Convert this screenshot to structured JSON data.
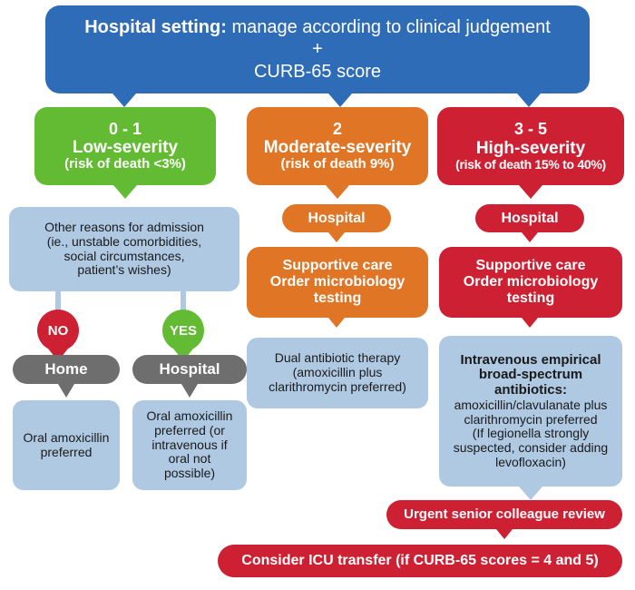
{
  "header": {
    "title_bold": "Hospital setting:",
    "title_rest": " manage according to clinical judgement",
    "plus": "+",
    "subtitle": "CURB-65 score"
  },
  "columns": [
    {
      "id": "low",
      "color": "#62bb33",
      "score": "0 - 1",
      "severity": "Low-severity",
      "risk": "(risk of death <3%)"
    },
    {
      "id": "moderate",
      "color": "#e07526",
      "score": "2",
      "severity": "Moderate-severity",
      "risk": "(risk of death 9%)"
    },
    {
      "id": "high",
      "color": "#ce2033",
      "score": "3 - 5",
      "severity": "High-severity",
      "risk": "(risk of death 15% to 40%)"
    }
  ],
  "low_branch": {
    "reasons_box": {
      "line1": "Other reasons for admission",
      "line2": "(ie., unstable comorbidities,",
      "line3": "social circumstances,",
      "line4": "patient’s wishes)"
    },
    "decision_no": "NO",
    "decision_yes": "YES",
    "destination_home": "Home",
    "destination_hospital": "Hospital",
    "home_treatment": {
      "line1": "Oral amoxicillin",
      "line2": "preferred"
    },
    "hospital_treatment": {
      "line1": "Oral amoxicillin",
      "line2": "preferred (or",
      "line3": "intravenous if",
      "line4": "oral not",
      "line5": "possible)"
    }
  },
  "moderate_branch": {
    "setting": "Hospital",
    "care_line1": "Supportive care",
    "care_line2": "Order microbiology",
    "care_line3": "testing",
    "therapy": {
      "line1": "Dual antibiotic therapy",
      "line2": "(amoxicillin plus",
      "line3": "clarithromycin preferred)"
    }
  },
  "high_branch": {
    "setting": "Hospital",
    "care_line1": "Supportive care",
    "care_line2": "Order microbiology",
    "care_line3": "testing",
    "therapy": {
      "bold1": "Intravenous empirical",
      "bold2": "broad-spectrum",
      "bold3": "antibiotics:",
      "line4": "amoxicillin/clavulanate plus",
      "line5": "clarithromycin preferred",
      "line6": "(If legionella strongly",
      "line7": "suspected, consider adding",
      "line8": "levofloxacin)"
    },
    "escalation_review": "Urgent senior colleague review",
    "escalation_icu": "Consider ICU  transfer  (if CURB-65 scores = 4 and 5)"
  }
}
